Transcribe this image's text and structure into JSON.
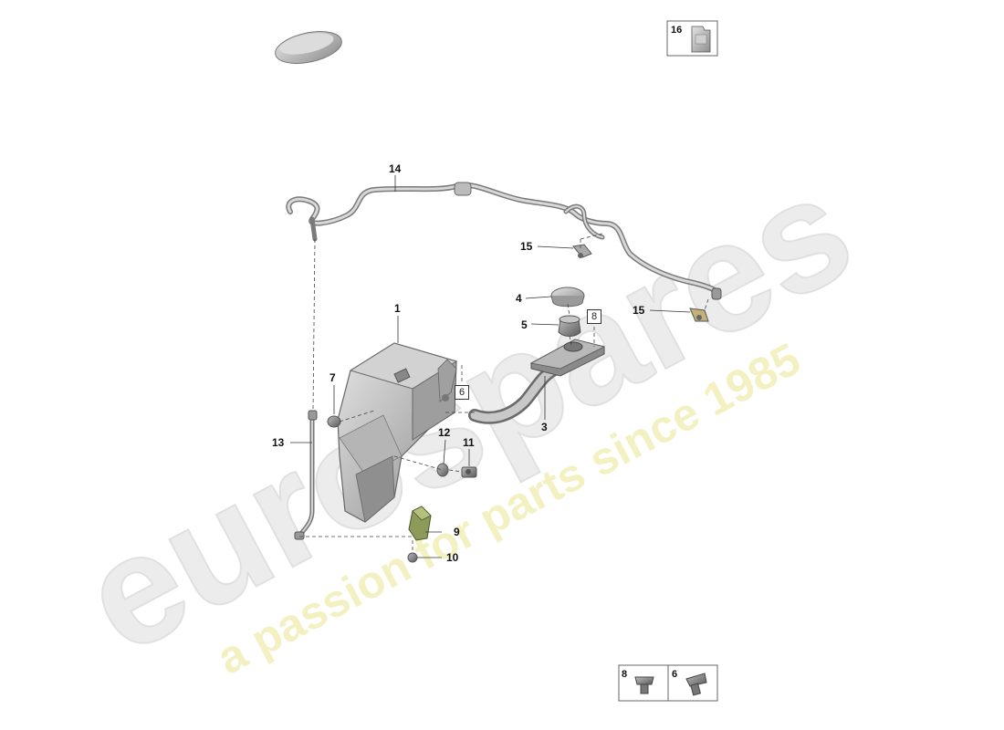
{
  "callouts": {
    "c1": "1",
    "c3": "3",
    "c4": "4",
    "c5": "5",
    "c7": "7",
    "c9": "9",
    "c10": "10",
    "c11": "11",
    "c12": "12",
    "c13": "13",
    "c14": "14",
    "c15a": "15",
    "c15b": "15",
    "c16": "16"
  },
  "ref_boxes": {
    "r6": "6",
    "r8": "8"
  },
  "legend": {
    "item8": "8",
    "item6": "6"
  },
  "watermark": {
    "brand": "eurospares",
    "tagline": "a passion for parts since 1985"
  },
  "colors": {
    "line": "#333333",
    "part_light": "#d9d9d9",
    "part_mid": "#a8a8a8",
    "part_dark": "#6e6e6e",
    "watermark_brand": "#e6e6e6",
    "watermark_tagline": "#f1f0b8"
  }
}
